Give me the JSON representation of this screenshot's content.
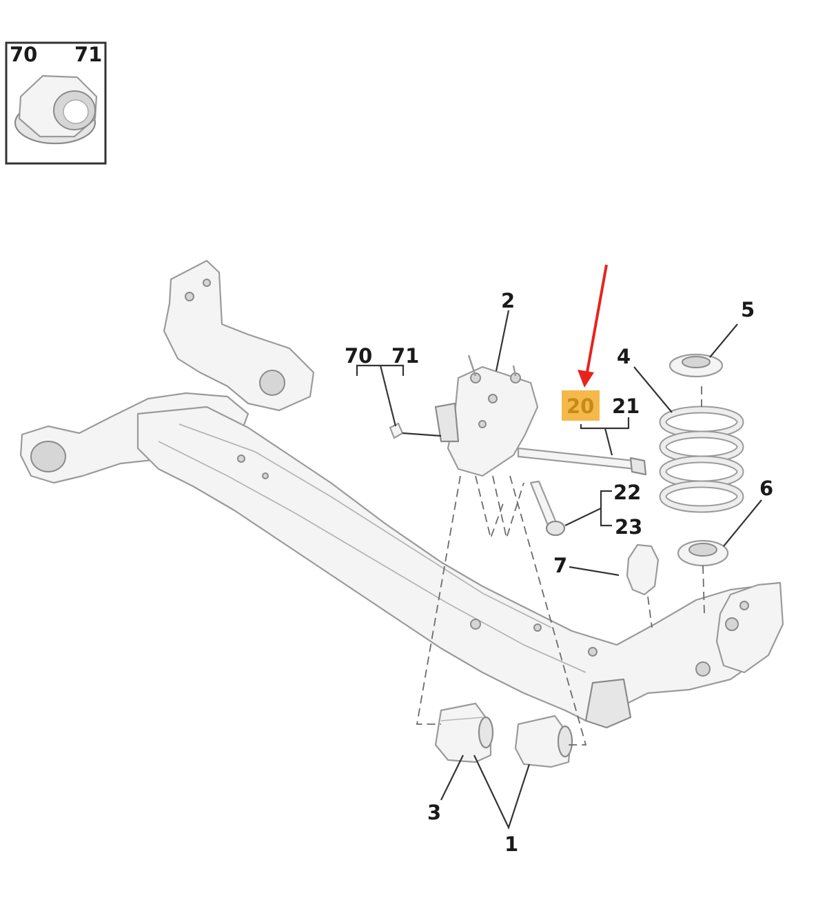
{
  "inset": {
    "label_left": "70",
    "label_right": "71"
  },
  "callouts": {
    "c70": "70",
    "c71": "71",
    "c2": "2",
    "c20": "20",
    "c21": "21",
    "c4": "4",
    "c5": "5",
    "c22": "22",
    "c23": "23",
    "c6": "6",
    "c7": "7",
    "c3": "3",
    "c1": "1"
  },
  "colors": {
    "highlight": "#f5b84a",
    "arrow": "#e8221c",
    "ink": "#1a1a1a",
    "part_fill": "#f4f4f4"
  },
  "icons": {
    "pointer": "red-arrow-icon",
    "nut": "flange-nut-icon"
  }
}
